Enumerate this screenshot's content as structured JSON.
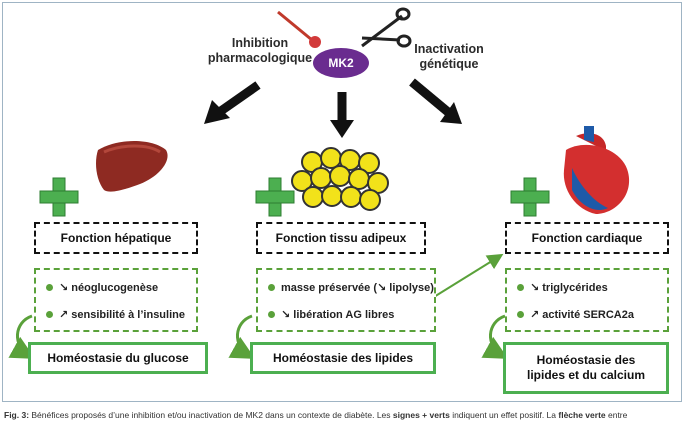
{
  "center": {
    "label": "MK2"
  },
  "approaches": {
    "pharmacological": "Inhibition\npharmacologique",
    "genetic": "Inactivation\ngénétique"
  },
  "columns": [
    {
      "organ": "liver-icon",
      "function_label": "Fonction hépatique",
      "effects": [
        "↘ néoglucogenèse",
        "↗ sensibilité à l’insuline"
      ],
      "homeostasis": "Homéostasie du glucose"
    },
    {
      "organ": "fat-cells-icon",
      "function_label": "Fonction tissu adipeux",
      "effects": [
        "masse préservée (↘ lipolyse)",
        "↘ libération AG libres"
      ],
      "homeostasis": "Homéostasie des lipides"
    },
    {
      "organ": "heart-icon",
      "function_label": "Fonction cardiaque",
      "effects": [
        "↘ triglycérides",
        "↗ activité SERCA2a"
      ],
      "homeostasis": "Homéostasie des lipides et du calcium"
    }
  ],
  "caption": {
    "fig": "Fig. 3:",
    "text1": " Bénéfices proposés d’une inhibition et/ou inactivation de MK2 dans un contexte de diabète. Les ",
    "bold1": "signes + verts",
    "text2": " indiquent un effet positif. La ",
    "bold2": "flèche verte",
    "text3": " entre"
  },
  "colors": {
    "purple": "#6a2c8f",
    "green": "#5aa13a",
    "plus_green": "#4caf50"
  }
}
